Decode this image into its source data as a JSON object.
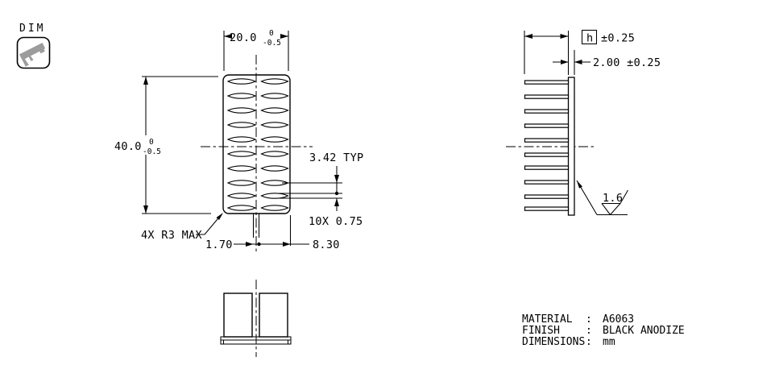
{
  "toolbar": {
    "dim_label": "DIM",
    "icon": "caliper-icon"
  },
  "front_view": {
    "width": {
      "value": "20.0",
      "tol_upper": "0",
      "tol_lower": "-0.5"
    },
    "height": {
      "value": "40.0",
      "tol_upper": "0",
      "tol_lower": "-0.5"
    },
    "fin_pitch": "3.42 TYP",
    "fin_thickness": "10X 0.75",
    "corner_radius": "4X R3 MAX",
    "slot_width": "1.70",
    "slot_offset": "8.30"
  },
  "side_view": {
    "fin_height_symbol": "h",
    "fin_height_tol": "±0.25",
    "base_thickness": "2.00 ±0.25",
    "surface_roughness": "1.6"
  },
  "notes": {
    "rows": [
      {
        "label": "MATERIAL",
        "separator": ":",
        "value": "A6063"
      },
      {
        "label": "FINISH",
        "separator": ":",
        "value": "BLACK ANODIZE"
      },
      {
        "label": "DIMENSIONS",
        "separator": ":",
        "value": "mm"
      }
    ]
  },
  "colors": {
    "line": "#000000",
    "icon_gray": "#9c9c9c",
    "background": "#ffffff"
  }
}
